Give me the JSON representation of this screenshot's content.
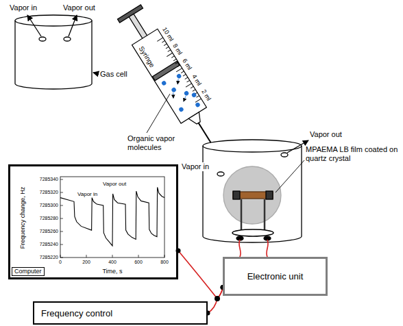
{
  "diagram": {
    "nodes": [
      {
        "text": [
          "Computer"
        ]
      },
      {
        "text": [
          "Electronic unit"
        ]
      },
      {
        "text": [
          "Frequency control"
        ]
      }
    ],
    "edges": [
      {
        "from": 1,
        "to": 0,
        "arrow": "none"
      },
      {
        "from": 1,
        "to": 2,
        "arrow": "none"
      }
    ],
    "labels": [
      "Vapor in",
      "Vapor out",
      "Gas cell",
      "10 ml",
      "8 ml",
      "6 ml",
      "4 ml",
      "2 ml",
      "Syringe",
      "Organic vapor molecules",
      "Vapor out",
      "Vapor in",
      "MPAEMA LB film coated on quartz crystal",
      "Frequency change, Hz",
      "7285340",
      "7285320",
      "7285300",
      "7285280",
      "7285260",
      "7285240",
      "7285220",
      "0",
      "200",
      "400",
      "600",
      "800",
      "Time, s",
      "Vapor in",
      "Vapor out"
    ]
  }
}
